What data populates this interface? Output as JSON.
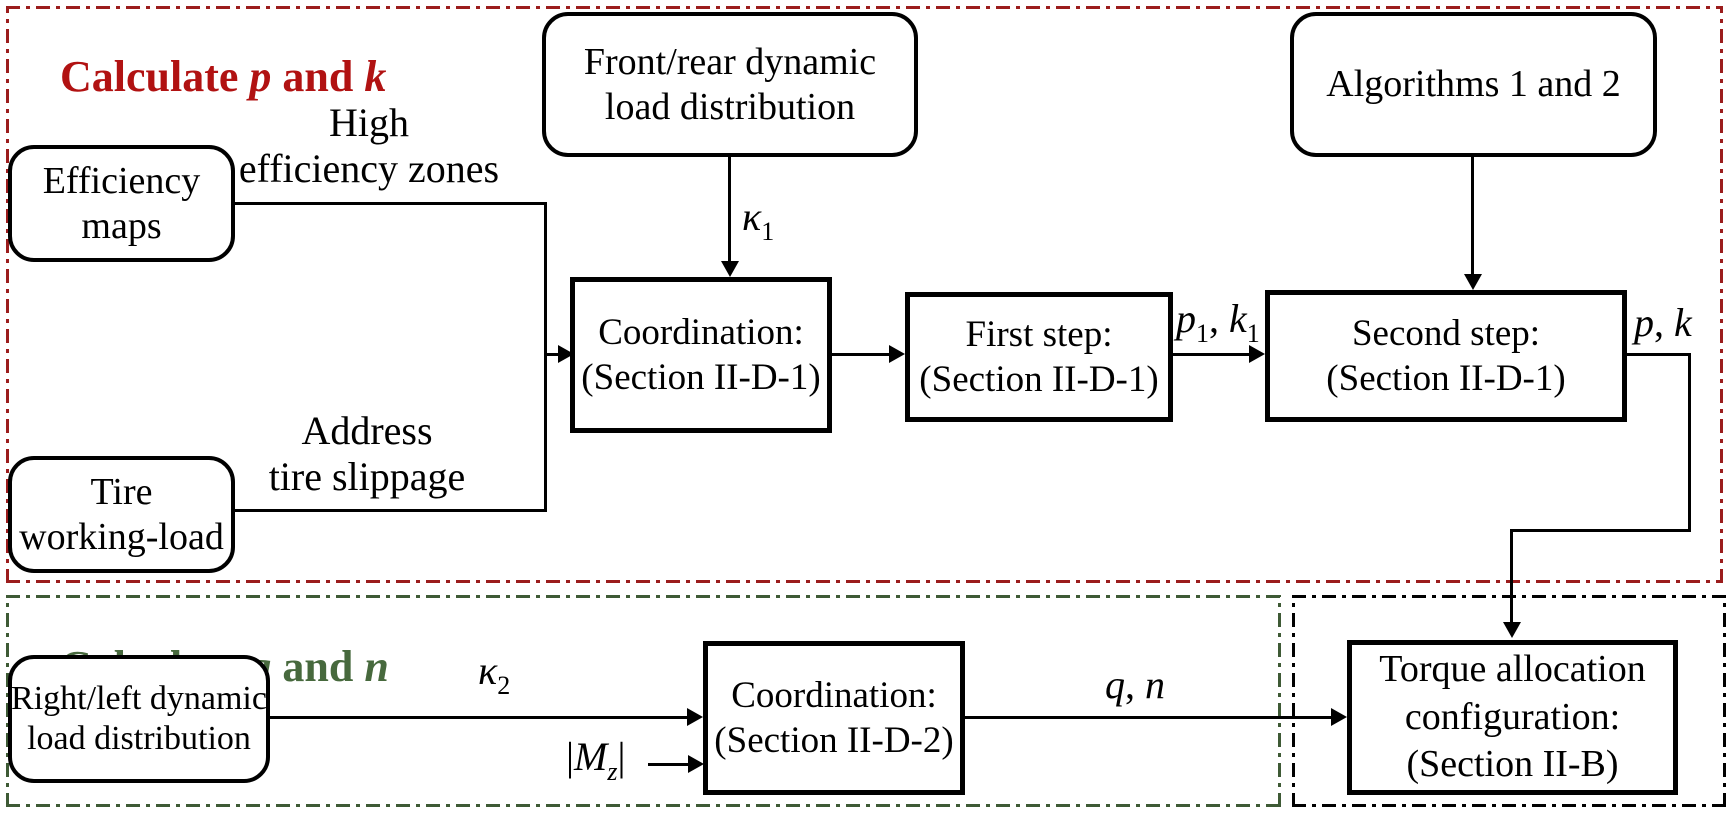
{
  "colors": {
    "section_pk_border": "#9b1c1c",
    "section_pk_title": "#b11212",
    "section_qn_border": "#3e5a35",
    "section_qn_title": "#47693d",
    "section_output_border": "#000000",
    "connector": "#000000",
    "box_border": "#000000",
    "background": "#ffffff"
  },
  "sections": {
    "calc_pk": {
      "title": {
        "t1": "Calculate ",
        "v1": "p",
        "t2": " and ",
        "v2": "k"
      }
    },
    "calc_qn": {
      "title": {
        "t1": "Calculate ",
        "v1": "q",
        "t2": " and ",
        "v2": "n"
      }
    }
  },
  "boxes": {
    "efficiency_maps": {
      "lines": [
        "Efficiency",
        "maps"
      ]
    },
    "tire_working_load": {
      "lines": [
        "Tire",
        "working-load"
      ]
    },
    "front_rear": {
      "lines": [
        "Front/rear dynamic",
        "load distribution"
      ]
    },
    "algorithms": {
      "lines": [
        "Algorithms 1 and 2"
      ]
    },
    "coordination1": {
      "lines": [
        "Coordination:",
        "(Section II-D-1)"
      ]
    },
    "first_step": {
      "lines": [
        "First step:",
        "(Section II-D-1)"
      ]
    },
    "second_step": {
      "lines": [
        "Second step:",
        "(Section II-D-1)"
      ]
    },
    "right_left": {
      "lines": [
        "Right/left dynamic",
        "load distribution"
      ]
    },
    "coordination2": {
      "lines": [
        "Coordination:",
        "(Section II-D-2)"
      ]
    },
    "torque_allocation": {
      "lines": [
        "Torque allocation",
        "configuration:",
        "(Section II-B)"
      ]
    }
  },
  "labels": {
    "high_efficiency": {
      "lines": [
        "High",
        "efficiency zones"
      ]
    },
    "address_slippage": {
      "lines": [
        "Address",
        "tire slippage"
      ]
    },
    "kappa1": {
      "base": "κ",
      "sub": "1"
    },
    "kappa2": {
      "base": "κ",
      "sub": "2"
    },
    "p1k1": {
      "v1": "p",
      "sub1": "1",
      "comma": ", ",
      "v2": "k",
      "sub2": "1"
    },
    "pk": {
      "v1": "p",
      "comma": ", ",
      "v2": "k"
    },
    "qn": {
      "v1": "q",
      "comma": ", ",
      "v2": "n"
    },
    "mz": {
      "open": "|",
      "base": "M",
      "sub": "z",
      "close": "|"
    }
  }
}
